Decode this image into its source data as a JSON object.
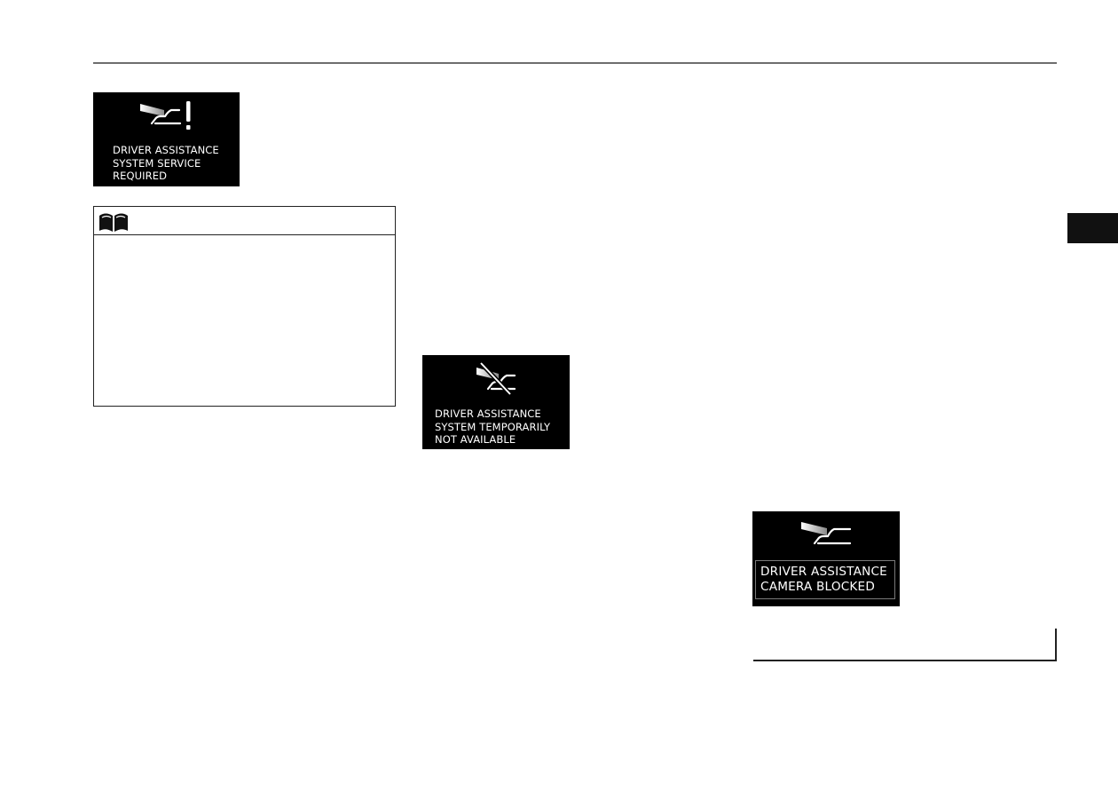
{
  "panels": {
    "service_required": {
      "icon": "camera-exclamation-icon",
      "lines": [
        "DRIVER ASSISTANCE",
        "SYSTEM SERVICE",
        "REQUIRED"
      ]
    },
    "temporarily_unavailable": {
      "icon": "camera-crossed-out-icon",
      "lines": [
        "DRIVER ASSISTANCE",
        "SYSTEM TEMPORARILY",
        "NOT AVAILABLE"
      ]
    },
    "camera_blocked": {
      "icon": "camera-icon",
      "lines": [
        "DRIVER ASSISTANCE",
        "CAMERA BLOCKED"
      ]
    }
  },
  "note": {
    "icon": "open-book-icon"
  },
  "colors": {
    "panel_background": "#000000",
    "panel_text": "#ffffff",
    "side_tab": "#111111"
  }
}
